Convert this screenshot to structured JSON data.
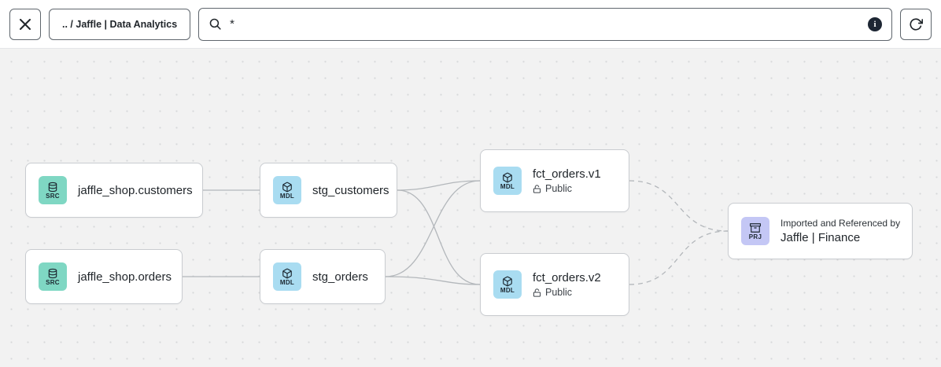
{
  "toolbar": {
    "close_icon": "x-icon",
    "breadcrumb": ".. / Jaffle | Data Analytics",
    "search": {
      "value": "*",
      "icon": "search-icon"
    },
    "info_icon_label": "i",
    "refresh_icon": "refresh-icon"
  },
  "nodes": [
    {
      "badge": "SRC",
      "type": "source",
      "label": "jaffle_shop.customers"
    },
    {
      "badge": "SRC",
      "type": "source",
      "label": "jaffle_shop.orders"
    },
    {
      "badge": "MDL",
      "type": "model",
      "label": "stg_customers"
    },
    {
      "badge": "MDL",
      "type": "model",
      "label": "stg_orders"
    },
    {
      "badge": "MDL",
      "type": "model",
      "label": "fct_orders.v1",
      "access": "Public"
    },
    {
      "badge": "MDL",
      "type": "model",
      "label": "fct_orders.v2",
      "access": "Public"
    },
    {
      "badge": "PRJ",
      "type": "project",
      "kicker": "Imported and Referenced by",
      "label": "Jaffle | Finance"
    }
  ],
  "colors": {
    "source_badge": "#7fd7c3",
    "model_badge": "#a9dcf1",
    "project_badge": "#c4c7f5",
    "canvas_bg": "#f2f2f2",
    "edge": "#b3b7bb",
    "node_border": "#c9ccd0"
  }
}
